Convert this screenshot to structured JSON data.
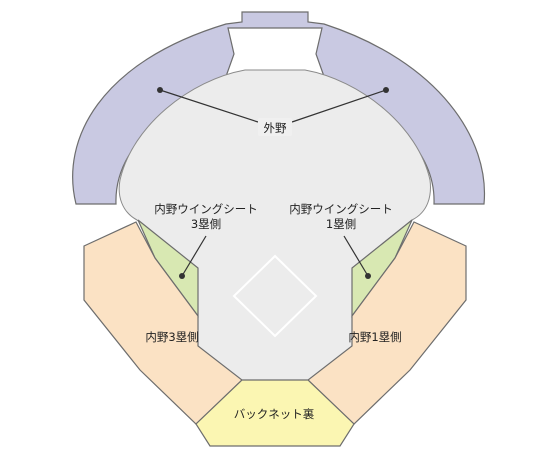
{
  "sections": {
    "outfield": {
      "label": "外野",
      "color": "#c9c9e2"
    },
    "wing_3b": {
      "line1": "内野ウイングシート",
      "line2": "3塁側",
      "color": "#d8e8b2"
    },
    "wing_1b": {
      "line1": "内野ウイングシート",
      "line2": "1塁側",
      "color": "#d8e8b2"
    },
    "infield_3b": {
      "label": "内野3塁側",
      "color": "#fbe2c4"
    },
    "infield_1b": {
      "label": "内野1塁側",
      "color": "#fbe2c4"
    },
    "backstop": {
      "label": "バックネット裏",
      "color": "#fbf6b2"
    }
  },
  "field": {
    "color": "#ececec"
  }
}
